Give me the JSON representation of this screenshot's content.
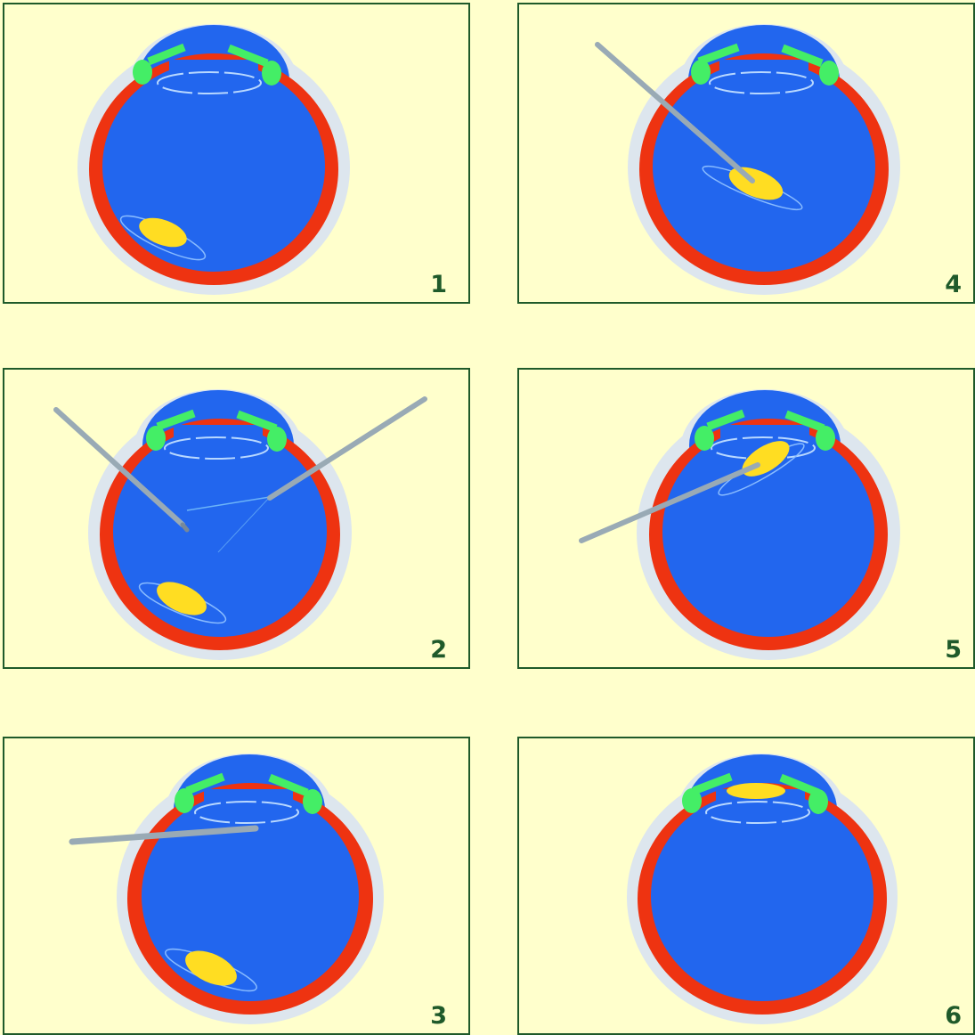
{
  "panels": [
    {
      "id": "1",
      "label": "1"
    },
    {
      "id": "2",
      "label": "2"
    },
    {
      "id": "3",
      "label": "3"
    },
    {
      "id": "4",
      "label": "4"
    },
    {
      "id": "5",
      "label": "5"
    },
    {
      "id": "6",
      "label": "6"
    }
  ],
  "colors": {
    "background": "#ffffcc",
    "border": "#1f5a2a",
    "vitreous": "#2266ee",
    "sclera": "#ee3311",
    "outer_halo": "#dde6ee",
    "ciliary_body": "#44ee66",
    "lens": "#ffdd22",
    "instrument": "#99aab5"
  }
}
